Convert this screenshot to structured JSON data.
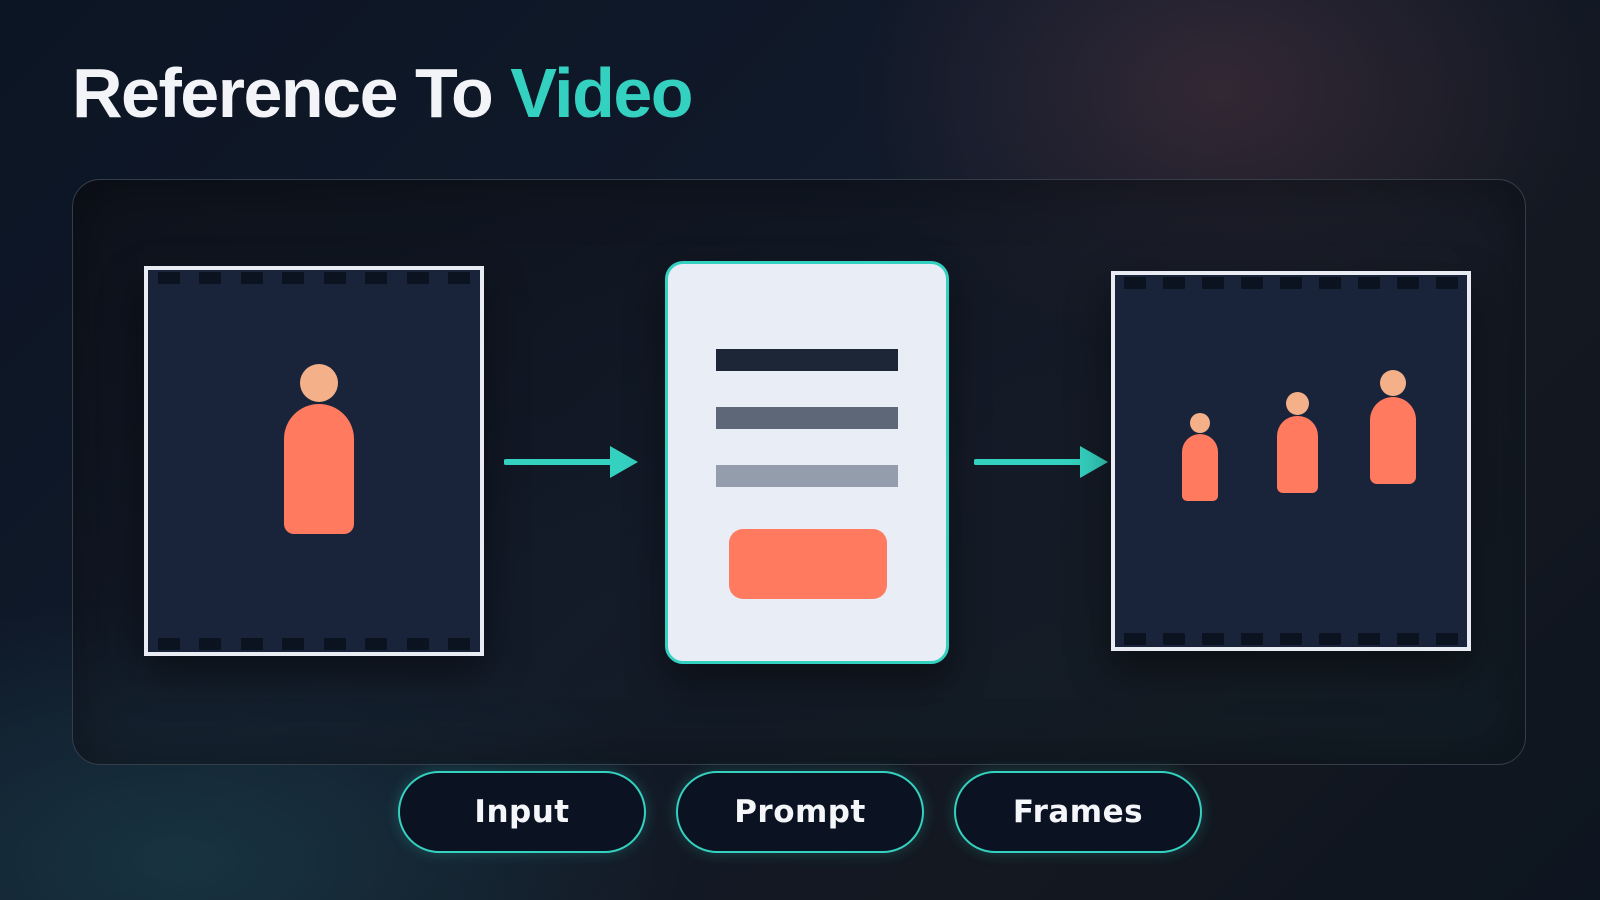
{
  "title": {
    "main": "Reference To ",
    "accent": "Video"
  },
  "colors": {
    "accent": "#35d1c0",
    "figure_body": "#ff7a5e",
    "figure_head": "#f4b088"
  },
  "steps": [
    {
      "label": "Input"
    },
    {
      "label": "Prompt"
    },
    {
      "label": "Frames"
    }
  ]
}
